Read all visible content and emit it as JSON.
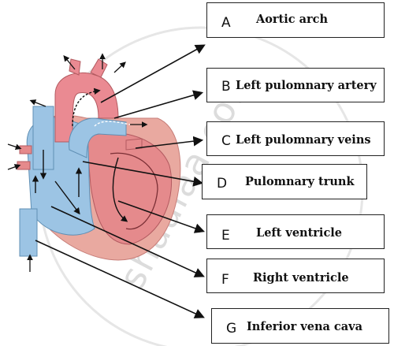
{
  "watermark": "shaalaa.com",
  "labels": [
    {
      "letter": "A",
      "text": "Aortic arch"
    },
    {
      "letter": "B",
      "text": "Left pulomnary artery"
    },
    {
      "letter": "C",
      "text": "Left pulomnary veins"
    },
    {
      "letter": "D",
      "text": "Pulomnary trunk"
    },
    {
      "letter": "E",
      "text": "Left ventricle"
    },
    {
      "letter": "F",
      "text": "Right ventricle"
    },
    {
      "letter": "G",
      "text": "Inferior vena cava"
    }
  ],
  "colors": {
    "oxygenated": "#e8848a",
    "deoxygenated": "#9cc4e4",
    "muscle": "#e9a9a0",
    "line": "#111111"
  }
}
